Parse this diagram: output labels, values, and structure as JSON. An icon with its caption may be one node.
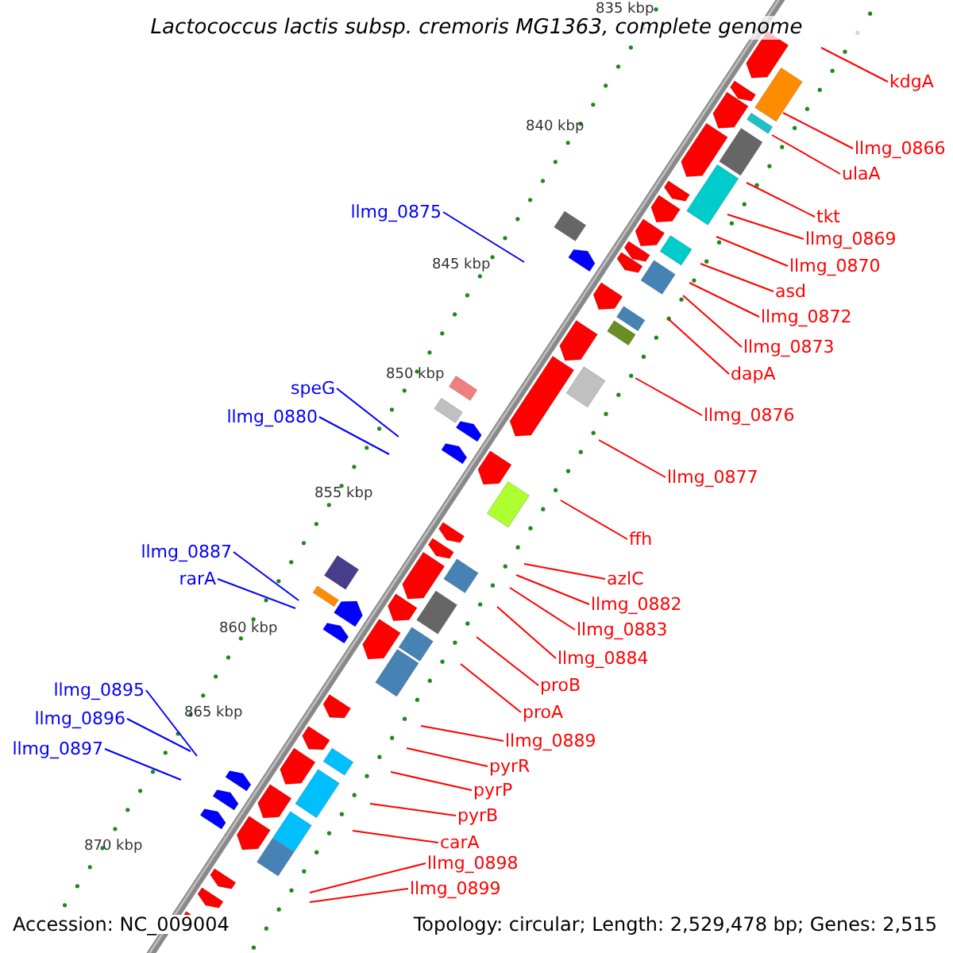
{
  "diagram": {
    "title": "Lactococcus lactis subsp. cremoris MG1363, complete genome",
    "nodes": [
      {
        "text": [
          "kdgA"
        ]
      },
      {
        "text": [
          "llmg_0866"
        ]
      },
      {
        "text": [
          "ulaA"
        ]
      },
      {
        "text": [
          "tkt"
        ]
      },
      {
        "text": [
          "llmg_0869"
        ]
      },
      {
        "text": [
          "llmg_0870"
        ]
      },
      {
        "text": [
          "asd"
        ]
      },
      {
        "text": [
          "llmg_0872"
        ]
      },
      {
        "text": [
          "llmg_0873"
        ]
      },
      {
        "text": [
          "dapA"
        ]
      },
      {
        "text": [
          "llmg_0876"
        ]
      },
      {
        "text": [
          "llmg_0877"
        ]
      },
      {
        "text": [
          "ffh"
        ]
      },
      {
        "text": [
          "azlC"
        ]
      },
      {
        "text": [
          "llmg_0882"
        ]
      },
      {
        "text": [
          "llmg_0883"
        ]
      },
      {
        "text": [
          "llmg_0884"
        ]
      },
      {
        "text": [
          "proB"
        ]
      },
      {
        "text": [
          "proA"
        ]
      },
      {
        "text": [
          "llmg_0889"
        ]
      },
      {
        "text": [
          "pyrR"
        ]
      },
      {
        "text": [
          "pyrP"
        ]
      },
      {
        "text": [
          "pyrB"
        ]
      },
      {
        "text": [
          "carA"
        ]
      },
      {
        "text": [
          "llmg_0898"
        ]
      },
      {
        "text": [
          "llmg_0899"
        ]
      },
      {
        "text": [
          "llmg_0875"
        ]
      },
      {
        "text": [
          "speG"
        ]
      },
      {
        "text": [
          "llmg_0880"
        ]
      },
      {
        "text": [
          "llmg_0887"
        ]
      },
      {
        "text": [
          "rarA"
        ]
      },
      {
        "text": [
          "llmg_0895"
        ]
      },
      {
        "text": [
          "llmg_0896"
        ]
      },
      {
        "text": [
          "llmg_0897"
        ]
      }
    ],
    "edges": [
      {
        "from": 0,
        "to": null,
        "arrow": "none"
      },
      {
        "from": 1,
        "to": null,
        "arrow": "none"
      },
      {
        "from": 2,
        "to": null,
        "arrow": "none"
      },
      {
        "from": 3,
        "to": null,
        "arrow": "none"
      },
      {
        "from": 4,
        "to": null,
        "arrow": "none"
      },
      {
        "from": 5,
        "to": null,
        "arrow": "none"
      },
      {
        "from": 6,
        "to": null,
        "arrow": "none"
      },
      {
        "from": 7,
        "to": null,
        "arrow": "none"
      },
      {
        "from": 8,
        "to": null,
        "arrow": "none"
      },
      {
        "from": 9,
        "to": null,
        "arrow": "none"
      },
      {
        "from": 10,
        "to": null,
        "arrow": "none"
      },
      {
        "from": 11,
        "to": null,
        "arrow": "none"
      },
      {
        "from": 12,
        "to": null,
        "arrow": "none"
      },
      {
        "from": 13,
        "to": null,
        "arrow": "none"
      },
      {
        "from": 14,
        "to": null,
        "arrow": "none"
      },
      {
        "from": 15,
        "to": null,
        "arrow": "none"
      },
      {
        "from": 16,
        "to": null,
        "arrow": "none"
      },
      {
        "from": 17,
        "to": null,
        "arrow": "none"
      },
      {
        "from": 18,
        "to": null,
        "arrow": "none"
      },
      {
        "from": 19,
        "to": null,
        "arrow": "none"
      },
      {
        "from": 20,
        "to": null,
        "arrow": "none"
      },
      {
        "from": 21,
        "to": null,
        "arrow": "none"
      },
      {
        "from": 22,
        "to": null,
        "arrow": "none"
      },
      {
        "from": 23,
        "to": null,
        "arrow": "none"
      },
      {
        "from": 24,
        "to": null,
        "arrow": "none"
      },
      {
        "from": 25,
        "to": null,
        "arrow": "none"
      },
      {
        "from": 26,
        "to": null,
        "arrow": "none",
        "color": "#0000ff"
      },
      {
        "from": 27,
        "to": null,
        "arrow": "none",
        "color": "#0000ff"
      },
      {
        "from": 28,
        "to": null,
        "arrow": "none",
        "color": "#0000ff"
      },
      {
        "from": 29,
        "to": null,
        "arrow": "none",
        "color": "#0000ff"
      },
      {
        "from": 30,
        "to": null,
        "arrow": "none",
        "color": "#0000ff"
      },
      {
        "from": 31,
        "to": null,
        "arrow": "none",
        "color": "#0000ff"
      },
      {
        "from": 32,
        "to": null,
        "arrow": "none",
        "color": "#0000ff"
      },
      {
        "from": 33,
        "to": null,
        "arrow": "none",
        "color": "#0000ff"
      }
    ],
    "labels": [
      "835 kbp",
      "840 kbp",
      "845 kbp",
      "850 kbp",
      "855 kbp",
      "860 kbp",
      "865 kbp",
      "870 kbp",
      "Accession: NC_009004",
      "Topology: circular; Length: 2,529,478 bp; Genes: 2,515"
    ]
  }
}
